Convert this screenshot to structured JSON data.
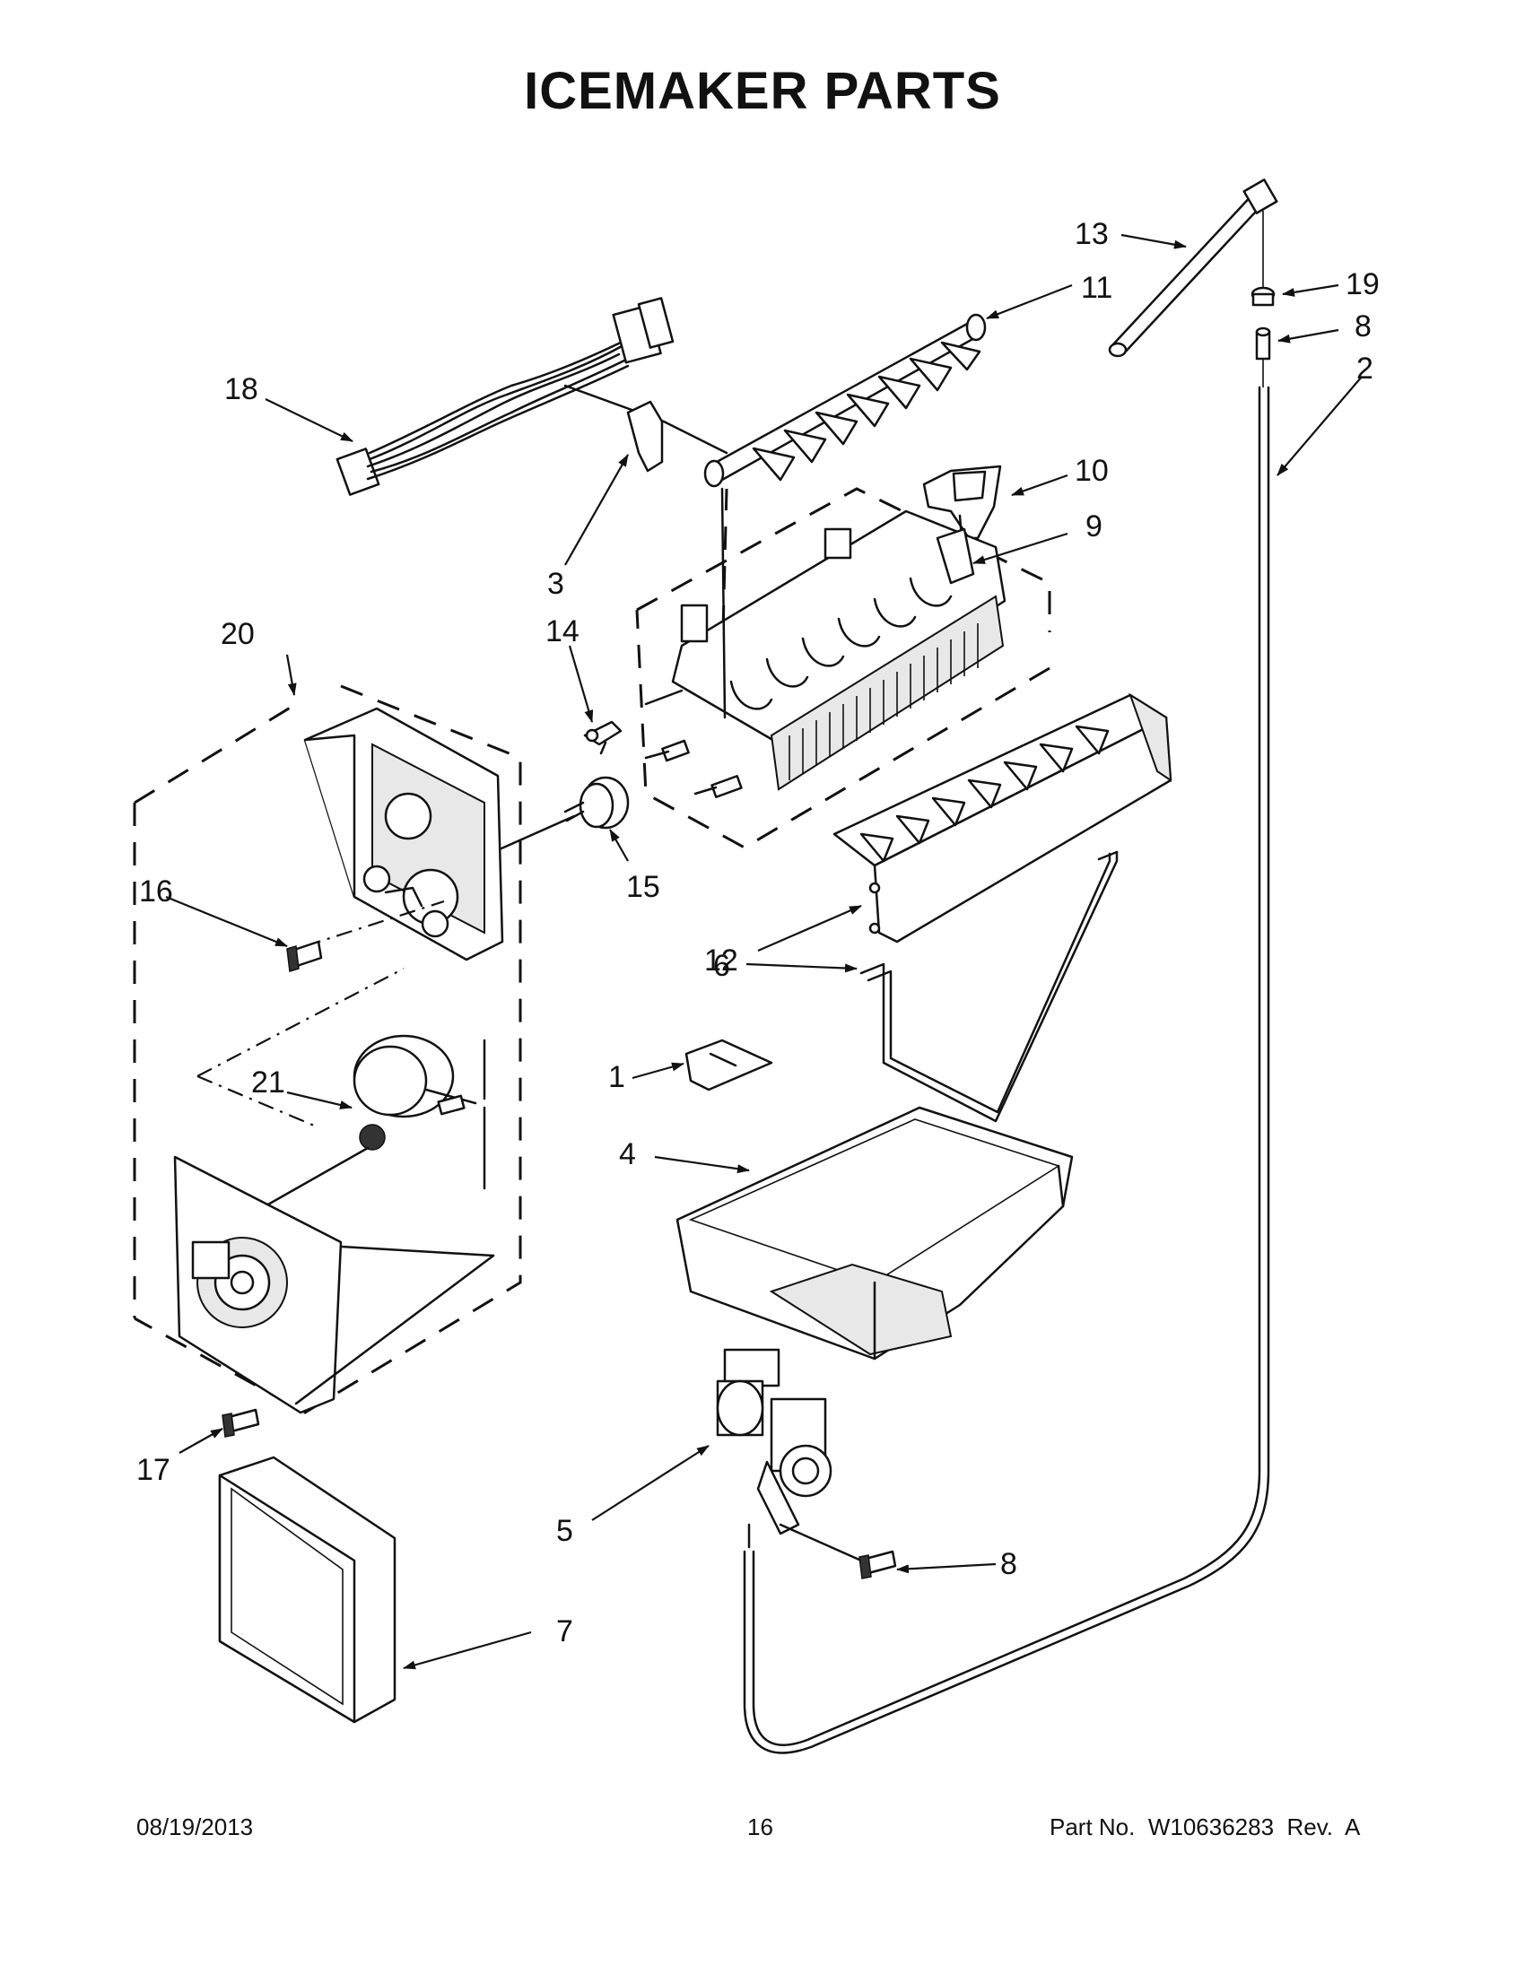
{
  "title": "ICEMAKER PARTS",
  "callouts": {
    "c1": "1",
    "c2": "2",
    "c3": "3",
    "c4": "4",
    "c5": "5",
    "c6": "6",
    "c7": "7",
    "c8a": "8",
    "c8b": "8",
    "c9": "9",
    "c10": "10",
    "c11": "11",
    "c12": "12",
    "c13": "13",
    "c14": "14",
    "c15": "15",
    "c16": "16",
    "c17": "17",
    "c18": "18",
    "c19": "19",
    "c20": "20",
    "c21": "21"
  },
  "footer": {
    "date": "08/19/2013",
    "page": "16",
    "part_no": "Part No.  W10636283  Rev.  A"
  }
}
